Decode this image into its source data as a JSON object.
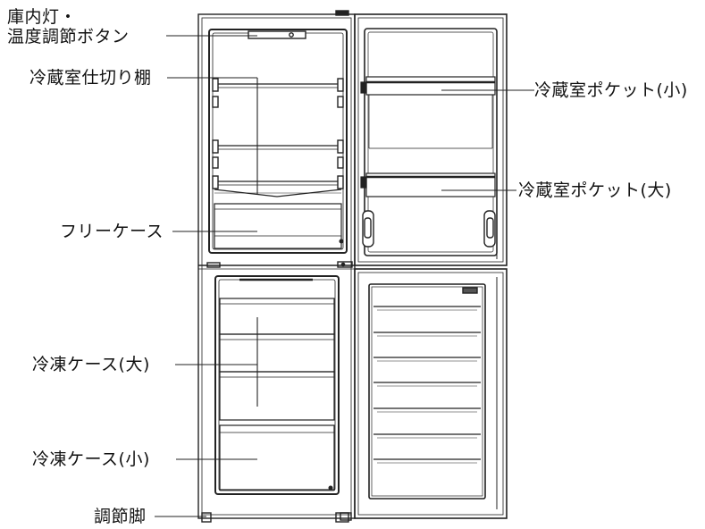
{
  "labels": {
    "lamp_line1": "庫内灯・",
    "lamp_line2": "温度調節ボタン",
    "shelf": "冷蔵室仕切り棚",
    "free_case": "フリーケース",
    "freezer_large": "冷凍ケース(大)",
    "freezer_small": "冷凍ケース(小)",
    "adjust_foot": "調節脚",
    "pocket_small": "冷蔵室ポケット(小)",
    "pocket_large": "冷蔵室ポケット(大)"
  },
  "colors": {
    "line": "#222222",
    "panel_fill": "#ffffff",
    "shade": "#555555"
  }
}
